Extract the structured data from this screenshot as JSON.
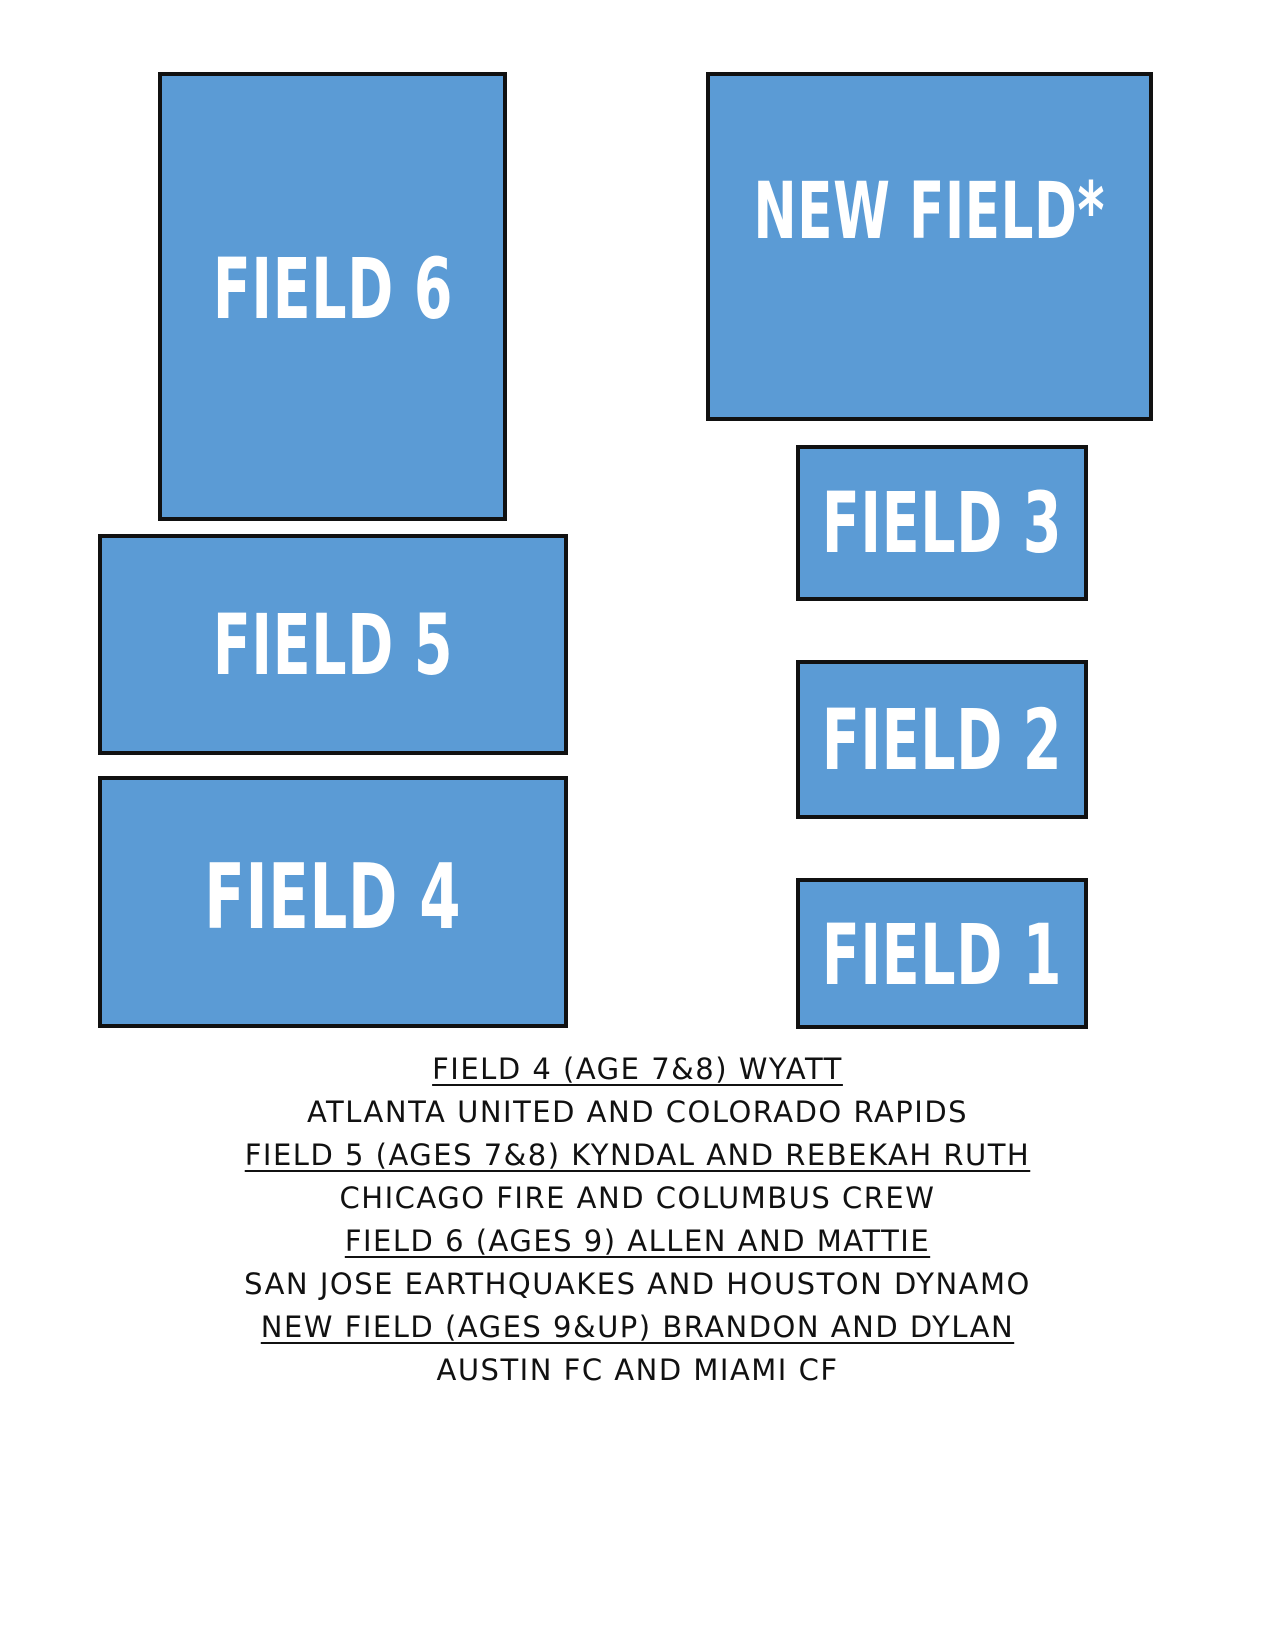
{
  "colors": {
    "field_fill": "#5b9bd5",
    "field_border": "#111111",
    "field_text": "#ffffff",
    "body_text": "#111111"
  },
  "fields": {
    "field_6": "FIELD 6",
    "new_field": "NEW FIELD*",
    "field_5": "FIELD 5",
    "field_4": "FIELD 4",
    "field_3": "FIELD 3",
    "field_2": "FIELD 2",
    "field_1": "FIELD 1"
  },
  "assignments": [
    {
      "heading": "FIELD 4 (AGE 7&8) WYATT",
      "teams": "ATLANTA UNITED AND COLORADO RAPIDS"
    },
    {
      "heading": "FIELD 5 (AGES 7&8) KYNDAL AND REBEKAH RUTH",
      "teams": "CHICAGO FIRE AND COLUMBUS CREW"
    },
    {
      "heading": "FIELD 6 (AGES 9) ALLEN AND MATTIE",
      "teams": "SAN JOSE EARTHQUAKES AND HOUSTON DYNAMO"
    },
    {
      "heading": "NEW FIELD (AGES 9&UP) BRANDON AND DYLAN",
      "teams": "AUSTIN FC AND MIAMI CF"
    }
  ]
}
